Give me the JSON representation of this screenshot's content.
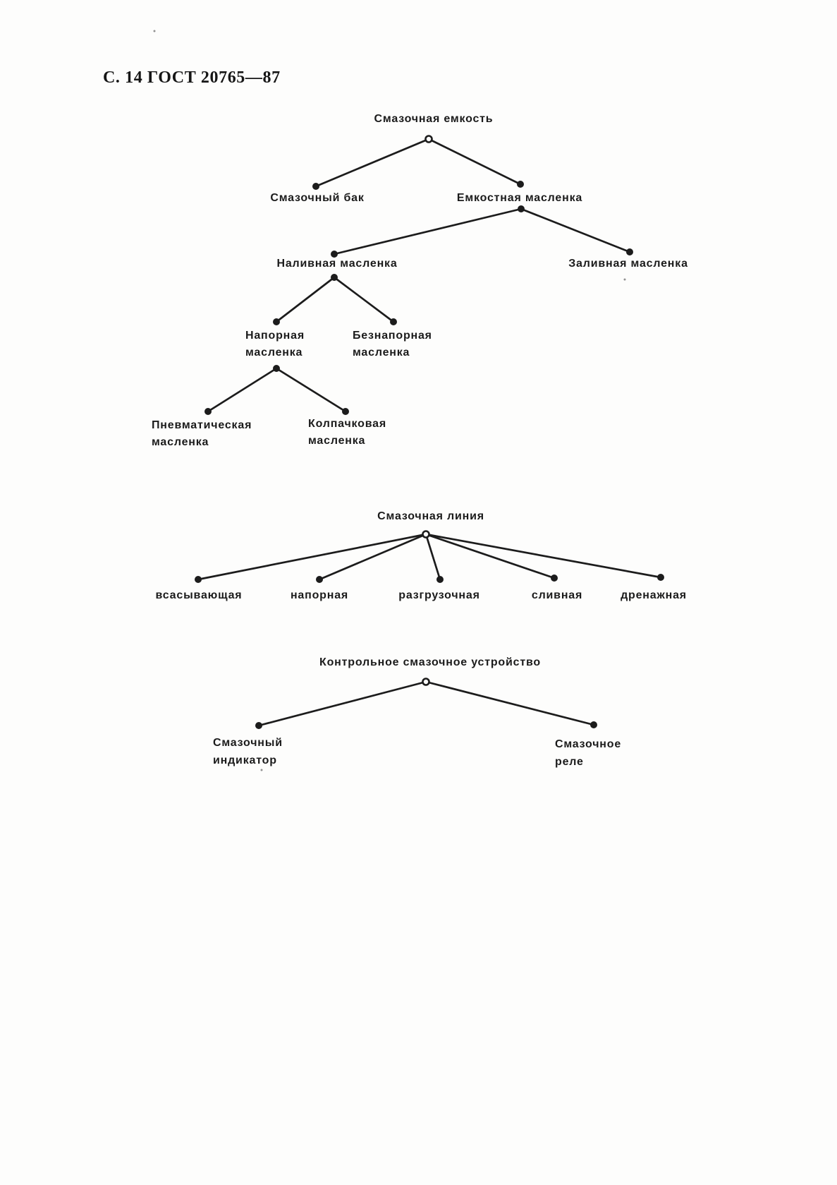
{
  "header": {
    "page_label": "С. 14 ГОСТ 20765—87"
  },
  "colors": {
    "ink": "#1c1c1c",
    "paper": "#fdfdfc"
  },
  "diagrams": [
    {
      "name": "lubricating-capacity-tree",
      "tree": {
        "label": "Смазочная емкость",
        "children": [
          {
            "label": "Смазочный бак"
          },
          {
            "label": "Емкостная масленка",
            "children": [
              {
                "label": "Наливная масленка",
                "children": [
                  {
                    "lines": [
                      "Напорная",
                      "масленка"
                    ],
                    "children": [
                      {
                        "lines": [
                          "Пневматическая",
                          "масленка"
                        ]
                      },
                      {
                        "lines": [
                          "Колпачковая",
                          "масленка"
                        ]
                      }
                    ]
                  },
                  {
                    "lines": [
                      "Безнапорная",
                      "масленка"
                    ]
                  }
                ]
              },
              {
                "label": "Заливная масленка"
              }
            ]
          }
        ]
      }
    },
    {
      "name": "lubricating-line-tree",
      "tree": {
        "label": "Смазочная линия",
        "children": [
          {
            "label": "всасывающая"
          },
          {
            "label": "напорная"
          },
          {
            "label": "разгрузочная"
          },
          {
            "label": "сливная"
          },
          {
            "label": "дренажная"
          }
        ]
      }
    },
    {
      "name": "control-lubricating-device-tree",
      "tree": {
        "label": "Контрольное смазочное устройство",
        "children": [
          {
            "lines": [
              "Смазочный",
              "индикатор"
            ]
          },
          {
            "lines": [
              "Смазочное",
              "реле"
            ]
          }
        ]
      }
    }
  ]
}
